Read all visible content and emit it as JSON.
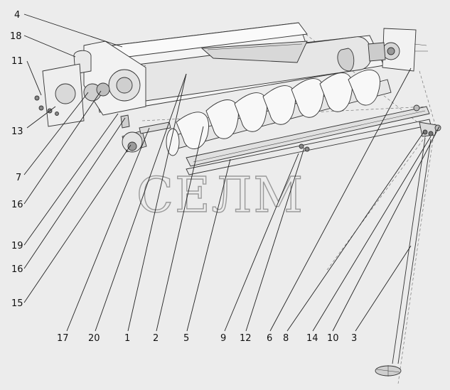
{
  "watermark": "СЕЛМ",
  "callouts": {
    "c1": "1",
    "c2": "2",
    "c3": "3",
    "c4": "4",
    "c5": "5",
    "c6": "6",
    "c7": "7",
    "c8": "8",
    "c9": "9",
    "c10": "10",
    "c11": "11",
    "c12": "12",
    "c13": "13",
    "c14": "14",
    "c15": "15",
    "c16a": "16",
    "c16b": "16",
    "c17": "17",
    "c18": "18",
    "c19": "19",
    "c20": "20"
  },
  "colors": {
    "background": "#ececec",
    "line": "#222222",
    "part_fill": "#f4f4f4",
    "part_shade": "#bdbdbd",
    "watermark": "#9a9a9a"
  }
}
